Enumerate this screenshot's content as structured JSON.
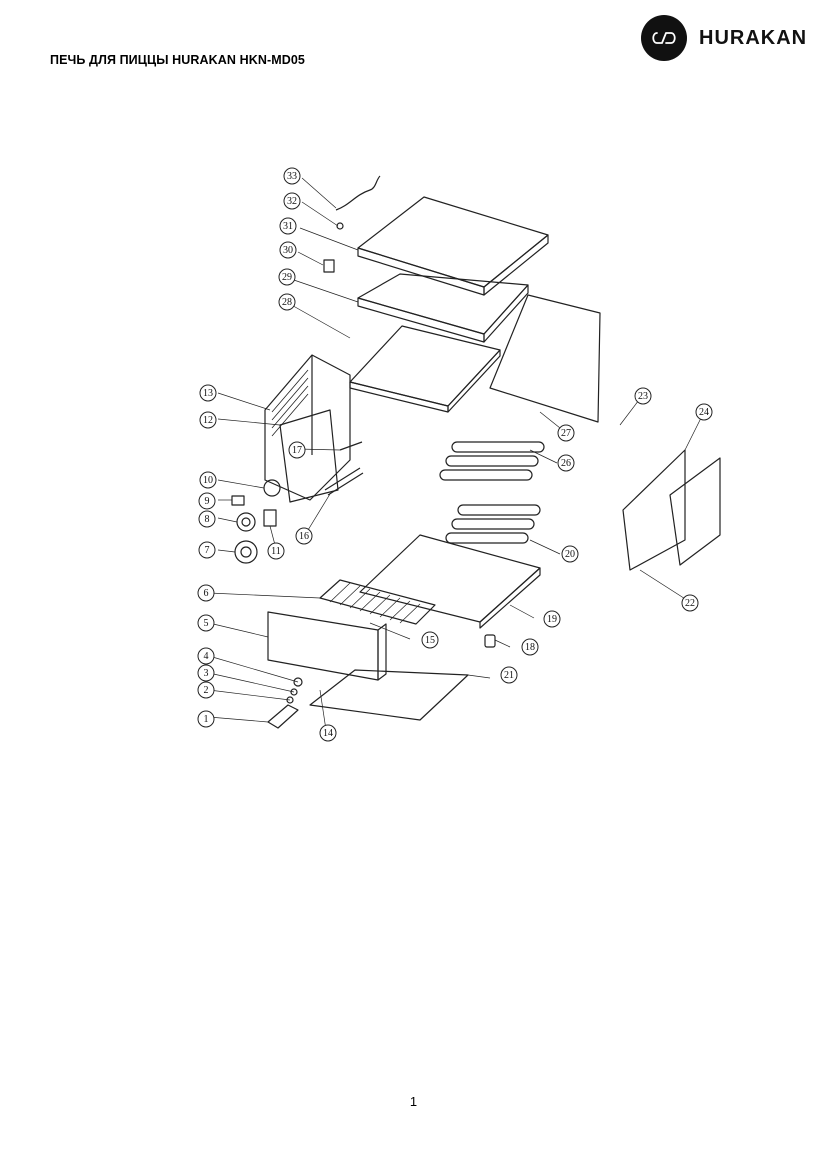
{
  "header": {
    "title": "ПЕЧЬ ДЛЯ ПИЦЦЫ HURAKAN HKN-MD05",
    "brand_name": "HURAKAN",
    "logo_icon": "infinity-logo-icon"
  },
  "diagram": {
    "callouts": [
      "1",
      "2",
      "3",
      "4",
      "5",
      "6",
      "7",
      "8",
      "9",
      "10",
      "11",
      "12",
      "13",
      "14",
      "15",
      "16",
      "17",
      "18",
      "19",
      "20",
      "21",
      "22",
      "23",
      "24",
      "26",
      "27",
      "28",
      "29",
      "30",
      "31",
      "32",
      "33"
    ]
  },
  "footer": {
    "page_number": "1"
  }
}
